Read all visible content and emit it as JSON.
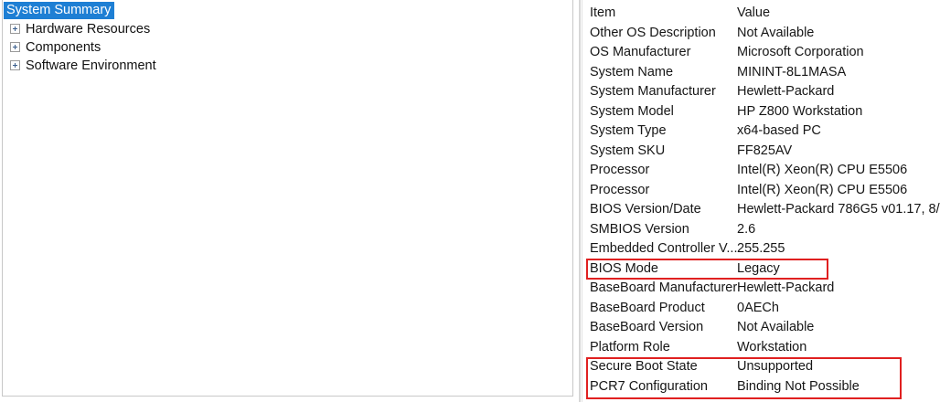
{
  "tree": {
    "selected": "System Summary",
    "items": [
      {
        "label": "System Summary",
        "selected": true,
        "expandable": false
      },
      {
        "label": "Hardware Resources",
        "selected": false,
        "expandable": true
      },
      {
        "label": "Components",
        "selected": false,
        "expandable": true
      },
      {
        "label": "Software Environment",
        "selected": false,
        "expandable": true
      }
    ]
  },
  "detail": {
    "columns": {
      "item": "Item",
      "value": "Value"
    },
    "rows": [
      {
        "item": "Other OS Description",
        "value": "Not Available"
      },
      {
        "item": "OS Manufacturer",
        "value": "Microsoft Corporation"
      },
      {
        "item": "System Name",
        "value": "MININT-8L1MASA"
      },
      {
        "item": "System Manufacturer",
        "value": "Hewlett-Packard"
      },
      {
        "item": "System Model",
        "value": "HP Z800 Workstation"
      },
      {
        "item": "System Type",
        "value": "x64-based PC"
      },
      {
        "item": "System SKU",
        "value": "FF825AV"
      },
      {
        "item": "Processor",
        "value": "Intel(R) Xeon(R) CPU          E5506"
      },
      {
        "item": "Processor",
        "value": "Intel(R) Xeon(R) CPU          E5506"
      },
      {
        "item": "BIOS Version/Date",
        "value": "Hewlett-Packard 786G5 v01.17, 8/"
      },
      {
        "item": "SMBIOS Version",
        "value": "2.6"
      },
      {
        "item": "Embedded Controller V...",
        "value": "255.255"
      },
      {
        "item": "BIOS Mode",
        "value": "Legacy"
      },
      {
        "item": "BaseBoard Manufacturer",
        "value": "Hewlett-Packard"
      },
      {
        "item": "BaseBoard Product",
        "value": "0AECh"
      },
      {
        "item": "BaseBoard Version",
        "value": "Not Available"
      },
      {
        "item": "Platform Role",
        "value": "Workstation"
      },
      {
        "item": "Secure Boot State",
        "value": "Unsupported"
      },
      {
        "item": "PCR7 Configuration",
        "value": "Binding Not Possible"
      }
    ]
  },
  "annotations": {
    "color": "#e02020",
    "boxes": [
      {
        "name": "bios-mode-highlight",
        "rows": [
          "BIOS Mode"
        ]
      },
      {
        "name": "secure-boot-highlight",
        "rows": [
          "Secure Boot State",
          "PCR7 Configuration"
        ]
      }
    ]
  },
  "colors": {
    "selection_background": "#1e7fd4",
    "selection_text": "#ffffff",
    "text": "#161616",
    "panel_border": "#c8c8c8",
    "annotation": "#e02020"
  }
}
